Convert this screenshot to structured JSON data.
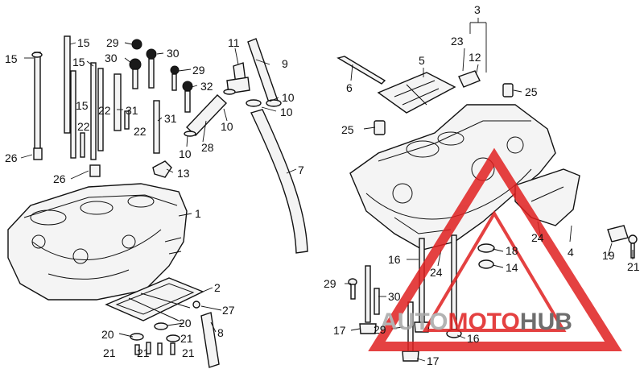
{
  "watermark": {
    "brand_part1": "AUTO",
    "brand_part2": "MOTO",
    "brand_part3": "HUB",
    "red": "#e02020",
    "gray": "#a6a6a6",
    "dark": "#555555"
  },
  "callouts": [
    "15",
    "15",
    "15",
    "15",
    "29",
    "30",
    "30",
    "29",
    "32",
    "31",
    "22",
    "22",
    "22",
    "31",
    "26",
    "26",
    "13",
    "1",
    "11",
    "9",
    "10",
    "10",
    "10",
    "28",
    "7",
    "3",
    "23",
    "12",
    "5",
    "6",
    "25",
    "25",
    "24",
    "4",
    "18",
    "14",
    "24",
    "19",
    "21",
    "16",
    "29",
    "30",
    "29",
    "17",
    "17",
    "16",
    "2",
    "27",
    "8",
    "20",
    "20",
    "21",
    "21",
    "21",
    "21"
  ]
}
